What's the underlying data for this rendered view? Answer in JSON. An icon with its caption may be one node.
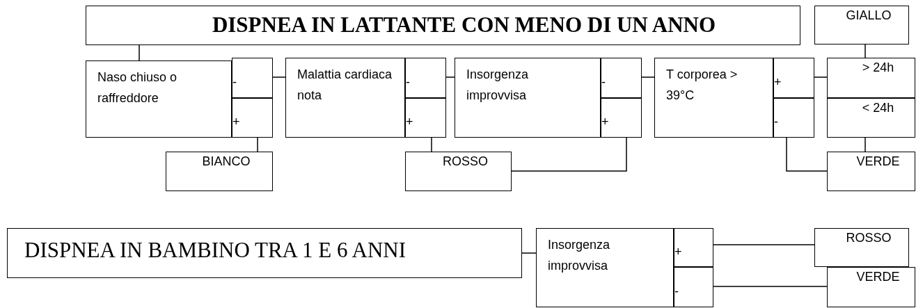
{
  "diagram": {
    "nodes": [
      {
        "text": [
          "DISPNEA IN LATTANTE CON MENO DI UN ANNO"
        ]
      },
      {
        "text": [
          "GIALLO"
        ]
      },
      {
        "text": [
          "Naso chiuso o raffreddore"
        ]
      },
      {
        "text": [
          "-"
        ]
      },
      {
        "text": [
          "+"
        ]
      },
      {
        "text": [
          "Malattia cardiaca nota"
        ]
      },
      {
        "text": [
          "-"
        ]
      },
      {
        "text": [
          "+"
        ]
      },
      {
        "text": [
          "Insorgenza improvvisa"
        ]
      },
      {
        "text": [
          "-"
        ]
      },
      {
        "text": [
          "+"
        ]
      },
      {
        "text": [
          "T corporea > 39°C"
        ]
      },
      {
        "text": [
          "+"
        ]
      },
      {
        "text": [
          "-"
        ]
      },
      {
        "text": [
          "> 24h"
        ]
      },
      {
        "text": [
          "< 24h"
        ]
      },
      {
        "text": [
          "BIANCO"
        ]
      },
      {
        "text": [
          "ROSSO"
        ]
      },
      {
        "text": [
          "VERDE"
        ]
      },
      {
        "text": [
          "DISPNEA IN BAMBINO TRA 1 E 6 ANNI"
        ]
      },
      {
        "text": [
          "Insorgenza improvvisa"
        ]
      },
      {
        "text": [
          "+"
        ]
      },
      {
        "text": [
          "-"
        ]
      },
      {
        "text": [
          "ROSSO"
        ]
      },
      {
        "text": [
          "VERDE"
        ]
      }
    ],
    "edges": [
      {
        "from": 0,
        "to": 2,
        "arrow": "none"
      },
      {
        "from": 3,
        "to": 5,
        "arrow": "none"
      },
      {
        "from": 4,
        "to": 16,
        "arrow": "none"
      },
      {
        "from": 6,
        "to": 8,
        "arrow": "none"
      },
      {
        "from": 7,
        "to": 17,
        "arrow": "none"
      },
      {
        "from": 9,
        "to": 11,
        "arrow": "none"
      },
      {
        "from": 10,
        "to": 17,
        "arrow": "none"
      },
      {
        "from": 12,
        "to": 14,
        "arrow": "none"
      },
      {
        "from": 1,
        "to": 14,
        "arrow": "none"
      },
      {
        "from": 13,
        "to": 18,
        "arrow": "none"
      },
      {
        "from": 15,
        "to": 18,
        "arrow": "none"
      },
      {
        "from": 19,
        "to": 20,
        "arrow": "none"
      },
      {
        "from": 21,
        "to": 23,
        "arrow": "none"
      },
      {
        "from": 22,
        "to": 24,
        "arrow": "none"
      }
    ]
  }
}
